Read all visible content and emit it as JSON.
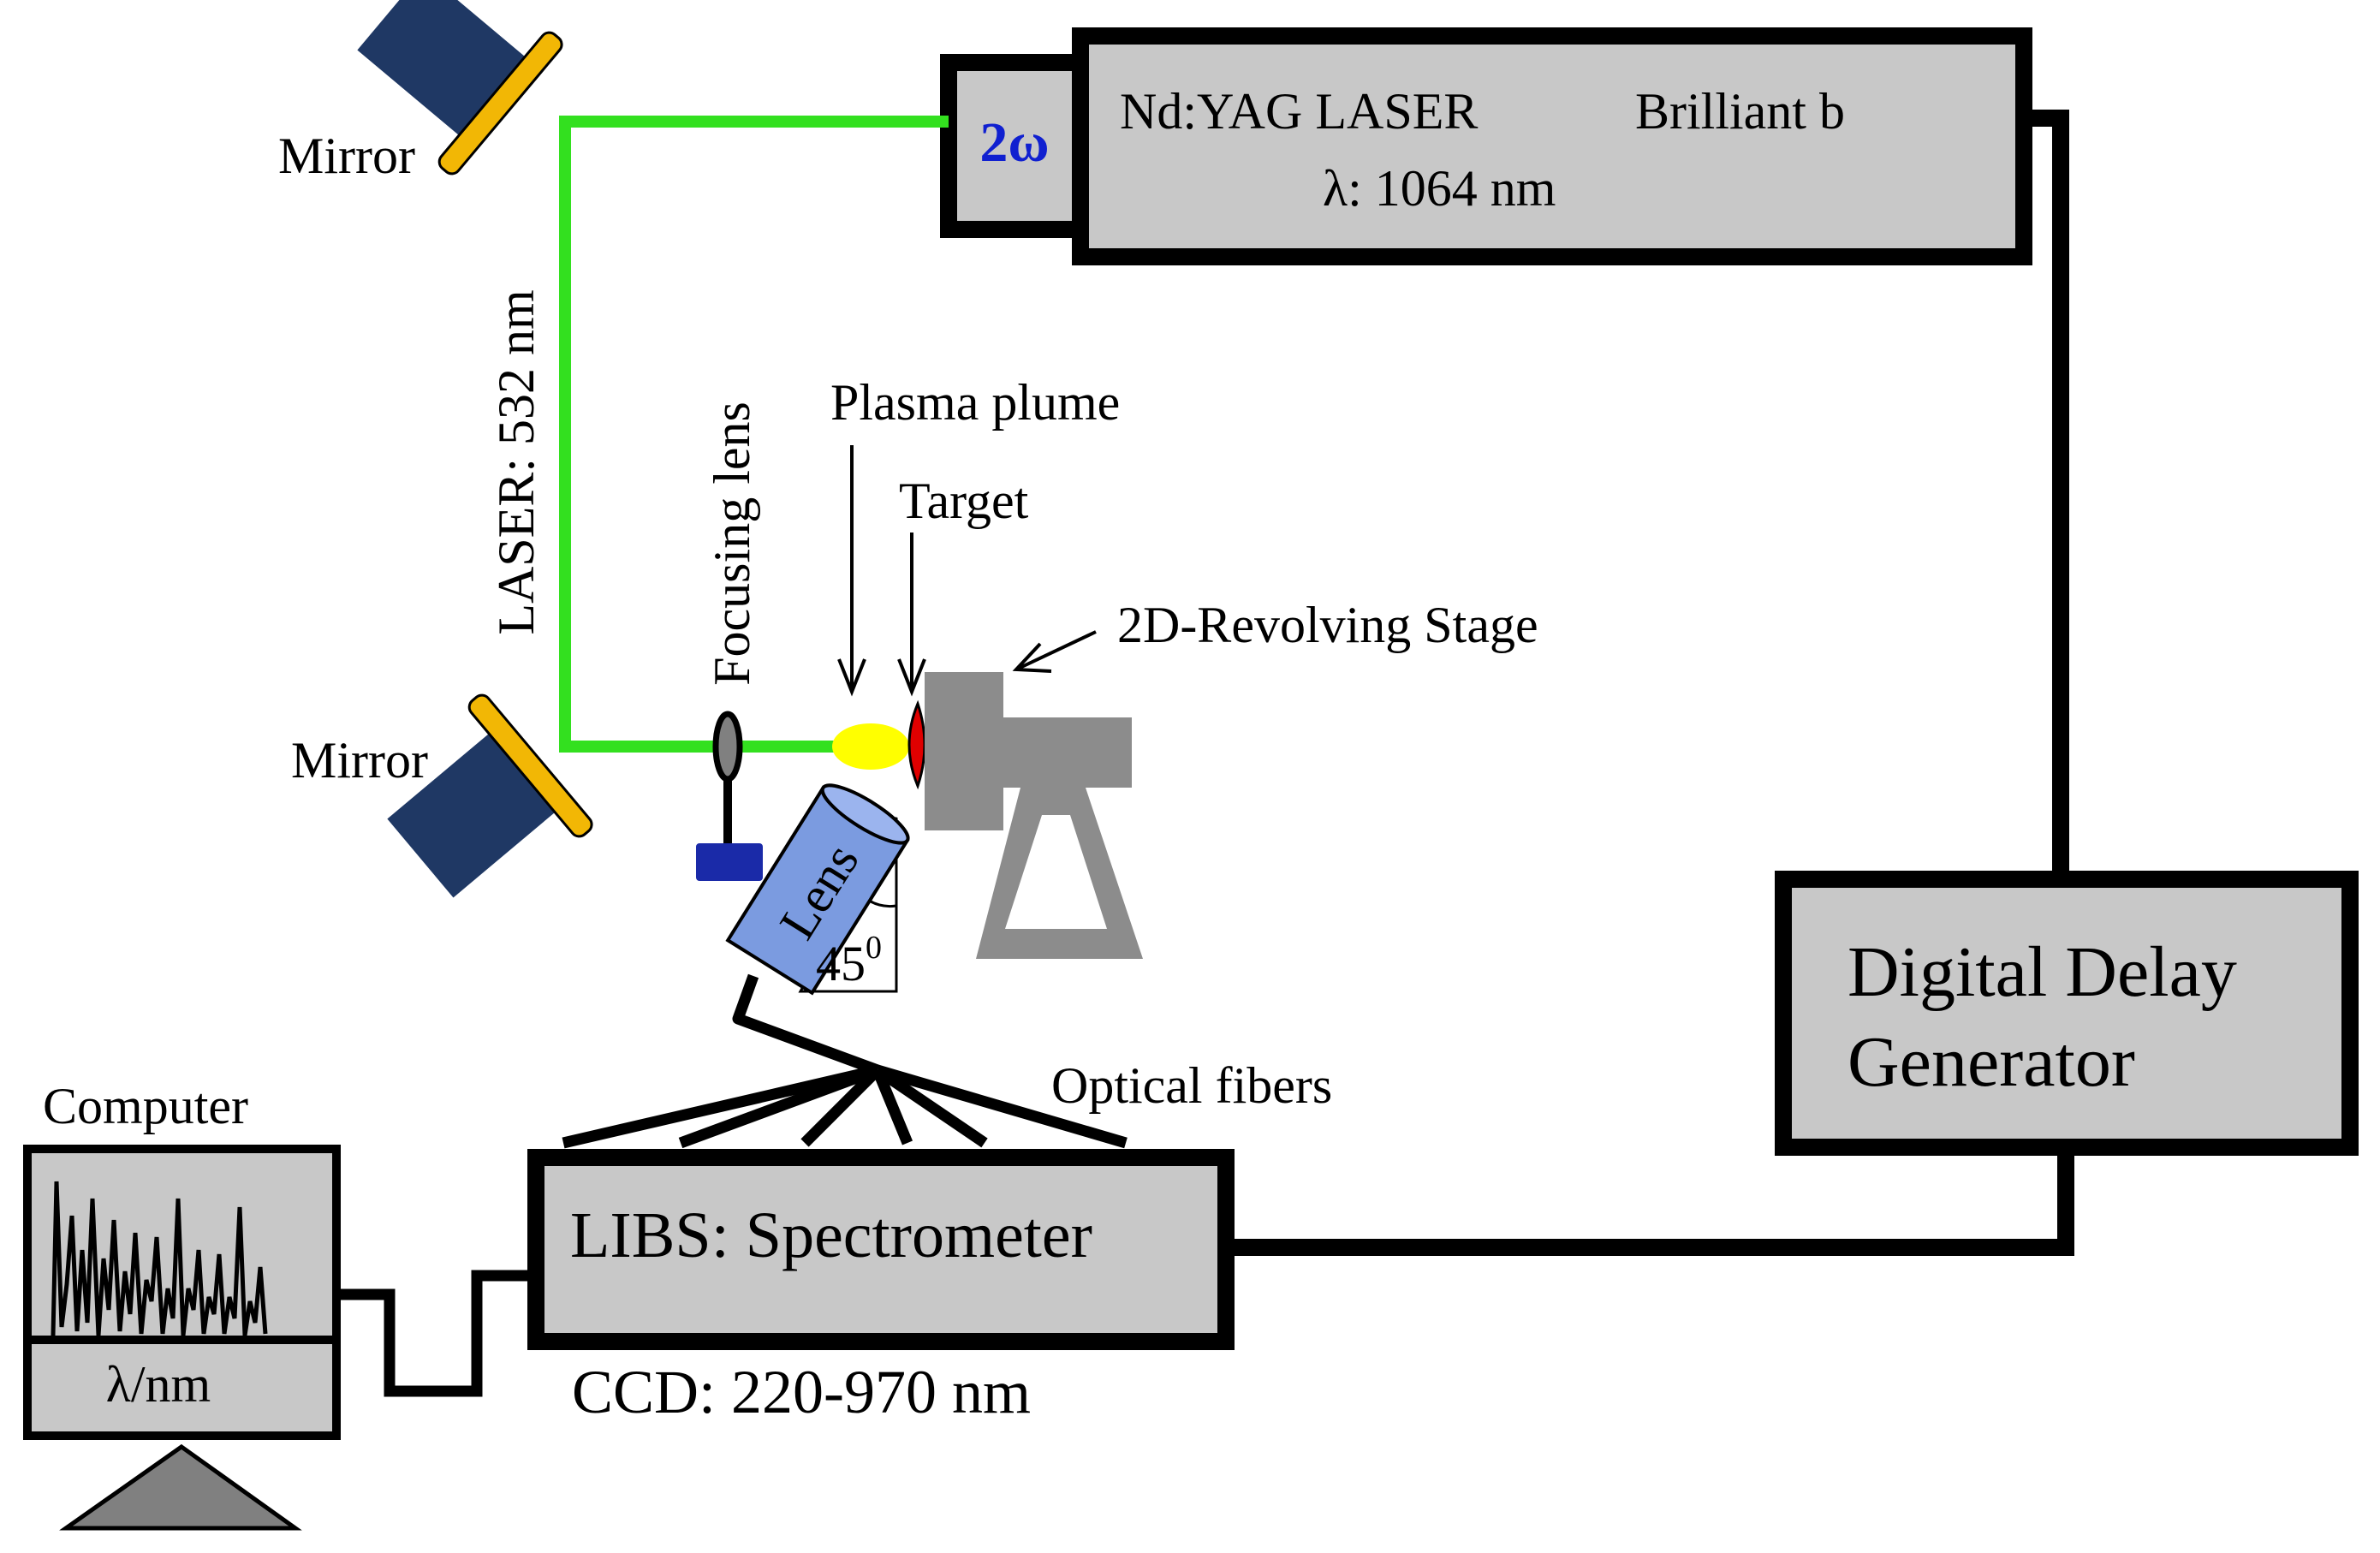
{
  "laser": {
    "name": "Nd:YAG LASER",
    "model": "Brilliant b",
    "wavelength": "λ: 1064 nm",
    "harmonic": "2ω"
  },
  "beam_label": "LASER: 532 nm",
  "mirror_top_label": "Mirror",
  "mirror_bottom_label": "Mirror",
  "focusing_lens_label": "Focusing lens",
  "plasma_plume_label": "Plasma plume",
  "target_label": "Target",
  "stage_label": "2D-Revolving Stage",
  "collection_lens_label": "Lens",
  "angle_label": "45",
  "angle_superscript": "0",
  "fibers_label": "Optical fibers",
  "delay_generator": {
    "line1": "Digital Delay",
    "line2": "Generator"
  },
  "spectrometer": {
    "name": "LIBS: Spectrometer",
    "ccd": "CCD: 220-970 nm"
  },
  "computer": {
    "label": "Computer",
    "axis_label": "λ/nm"
  },
  "colors": {
    "beam": "#33e01f",
    "mirror_body": "#1f3864",
    "mirror_face": "#f2b705",
    "device_fill": "#c8c8c8",
    "stage": "#8c8c8c",
    "lens_fill": "#7b9be0",
    "plume": "#ffff00",
    "target": "#e00000",
    "harmonic_text": "#1020d0"
  }
}
